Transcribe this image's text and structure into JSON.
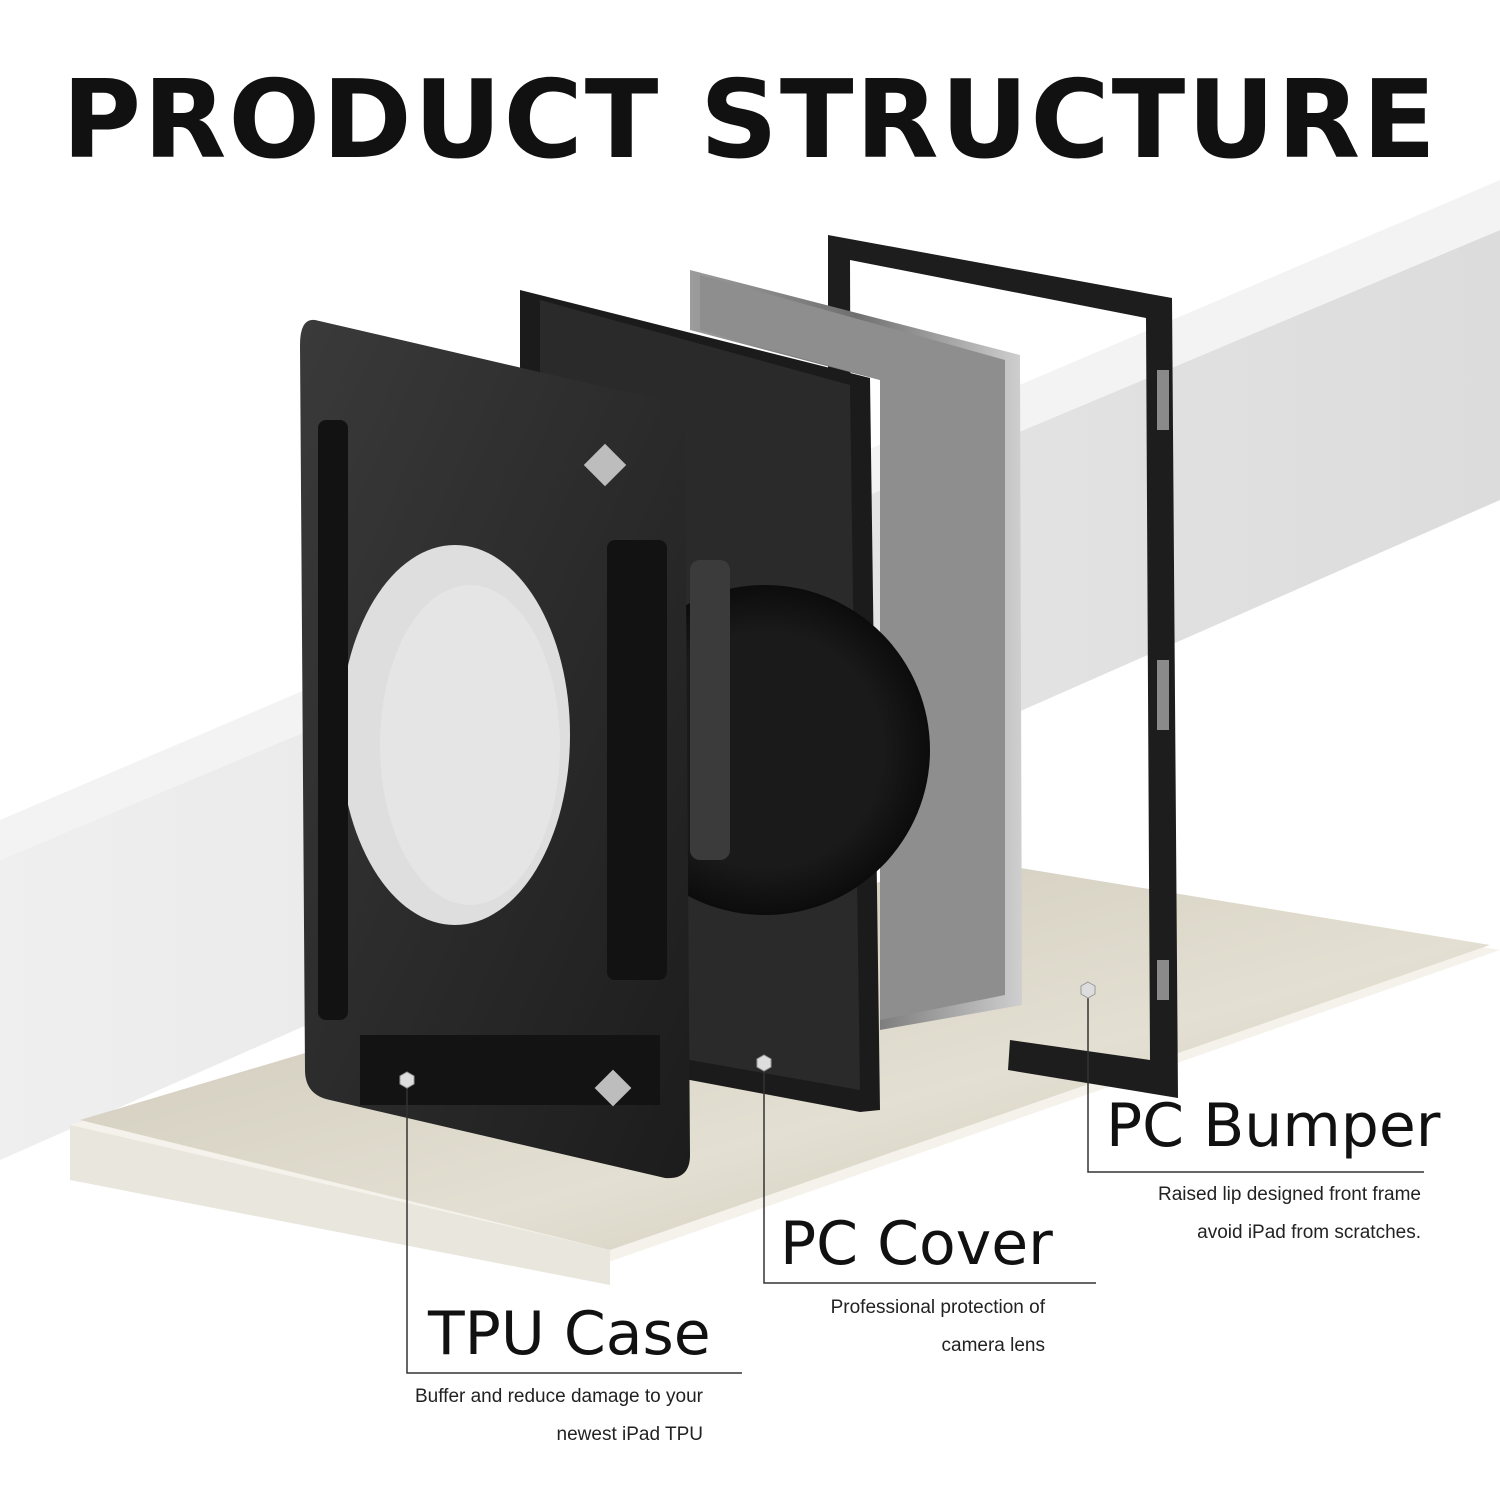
{
  "title": "PRODUCT STRUCTURE",
  "callouts": [
    {
      "name": "TPU Case",
      "lines": [
        "Buffer and reduce damage to your",
        "newest  iPad TPU"
      ]
    },
    {
      "name": "PC Cover",
      "lines": [
        "Professional protection of",
        "camera lens"
      ]
    },
    {
      "name": "PC Bumper",
      "lines": [
        "Raised lip designed front frame",
        "avoid iPad from scratches."
      ]
    }
  ],
  "colors": {
    "case": "#2b2b2b",
    "platform": "#dcd7c7",
    "wall_shadow": "#e6e6e6",
    "text": "#111111"
  }
}
